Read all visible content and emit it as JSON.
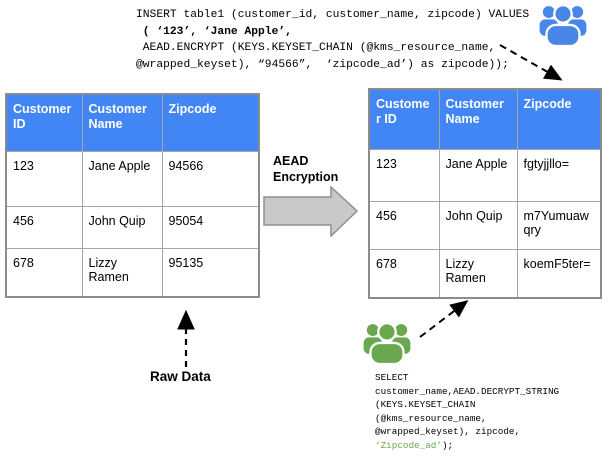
{
  "insert_code": {
    "line1": "INSERT table1 (customer_id, customer_name, zipcode) VALUES",
    "line2": " ( ‘123’, ‘Jane Apple’,",
    "line3": " AEAD.ENCRYPT (KEYS.KEYSET_CHAIN (@kms_resource_name,",
    "line4": "@wrapped_keyset), “94566”,  ‘zipcode_ad’) as zipcode));"
  },
  "left_table": {
    "headers": [
      "Customer ID",
      "Customer Name",
      "Zipcode"
    ],
    "rows": [
      [
        "123",
        "Jane Apple",
        "94566"
      ],
      [
        "456",
        "John Quip",
        "95054"
      ],
      [
        "678",
        "Lizzy Ramen",
        "95135"
      ]
    ]
  },
  "right_table": {
    "headers": [
      "Customer ID",
      "Customer Name",
      "Zipcode"
    ],
    "rows": [
      [
        "123",
        "Jane Apple",
        "fgtyjjllo="
      ],
      [
        "456",
        "John Quip",
        "m7Yumuawqry"
      ],
      [
        "678",
        "Lizzy Ramen",
        "koemF5ter="
      ]
    ]
  },
  "labels": {
    "aead_encryption": "AEAD Encryption",
    "raw_data": "Raw Data"
  },
  "select_code": {
    "line1": "SELECT",
    "line2": "customer_name,AEAD.DECRYPT_STRING",
    "line3": "(KEYS.KEYSET_CHAIN",
    "line4": "(@kms_resource_name,",
    "line5": "@wrapped_keyset), zipcode,",
    "line6_highlight": "‘Zipcode_ad’",
    "line6_rest": ");"
  },
  "icons": {
    "top_users": "users-group-icon",
    "bottom_users": "users-group-icon"
  },
  "colors": {
    "header_blue": "#4285f4",
    "icon_blue": "#4a86e8",
    "icon_green": "#6aa84f",
    "code_green": "#6aa84f",
    "arrow_gray": "#c9c9c9"
  }
}
